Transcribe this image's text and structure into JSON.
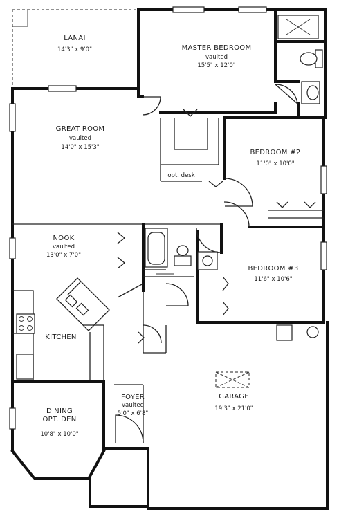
{
  "rooms": {
    "lanai": {
      "name": "LANAI",
      "size": "14'3\" x 9'0\""
    },
    "master": {
      "name": "MASTER BEDROOM",
      "note": "vaulted",
      "size": "15'5\" x 12'0\""
    },
    "great": {
      "name": "GREAT ROOM",
      "note": "vaulted",
      "size": "14'0\" x 15'3\""
    },
    "bed2": {
      "name": "BEDROOM #2",
      "size": "11'0\" x 10'0\""
    },
    "desk": {
      "name": "opt. desk"
    },
    "nook": {
      "name": "NOOK",
      "note": "vaulted",
      "size": "13'0\" x 7'0\""
    },
    "bed3": {
      "name": "BEDROOM #3",
      "size": "11'6\" x 10'6\""
    },
    "kitchen": {
      "name": "KITCHEN"
    },
    "garage": {
      "name": "GARAGE",
      "size": "19'3\" x 21'0\""
    },
    "foyer": {
      "name": "FOYER",
      "note": "vaulted",
      "size": "5'0\" x 6'8\""
    },
    "dining": {
      "name": "DINING",
      "note": "OPT. DEN",
      "size": "10'8\" x 10'0\""
    }
  }
}
